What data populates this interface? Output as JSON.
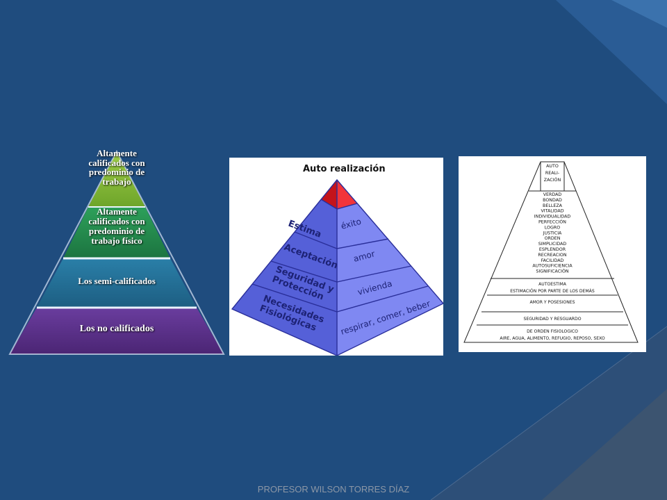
{
  "pyramid1": {
    "layers": [
      "Altamente calificados con predominio de trabajo",
      "Altamente calificados con predominio de trabajo físico",
      "Los semi-calificados",
      "Los no calificados"
    ]
  },
  "pyramid2": {
    "title": "Auto realización",
    "levels": [
      {
        "left": "Estima",
        "right": "éxito"
      },
      {
        "left": "Aceptación",
        "right": "amor"
      },
      {
        "left": "Seguridad y Protección",
        "right": "vivienda"
      },
      {
        "left": "Necesidades Fisiológicas",
        "right": "respirar, comer, beber"
      }
    ],
    "colors": {
      "top": "#e21f26",
      "face_left": "#5560d8",
      "face_right": "#7f88f2",
      "line": "#2a2f9a"
    }
  },
  "pyramid3": {
    "top_words": [
      "AUTO",
      "REALI-",
      "ZACIÓN",
      "VERDAD",
      "BONDAD",
      "BELLEZA",
      "VITALIDAD",
      "INDIVIDUALIDAD",
      "PERFECCIÓN",
      "LOGRO",
      "JUSTICIA",
      "ORDEN",
      "SIMPLICIDAD",
      "ESPLENDOR",
      "RECREACION",
      "FACILIDAD",
      "AUTOSUFICIENCIA",
      "SIGNIFICACIÓN"
    ],
    "band_autoestima": [
      "AUTOESTIMA",
      "ESTIMACIÓN POR PARTE DE LOS DEMÁS"
    ],
    "band_amor": "AMOR Y POSESIONES",
    "band_seguridad": "SEGURIDAD Y RESGUARDO",
    "band_fisiologico": [
      "DE ORDEN FISIOLOGICO",
      "AIRE, AGUA, ALIMENTO, REFUGIO, REPOSO, SEXO"
    ]
  },
  "footer": "PROFESOR WILSON TORRES  DÍAZ"
}
